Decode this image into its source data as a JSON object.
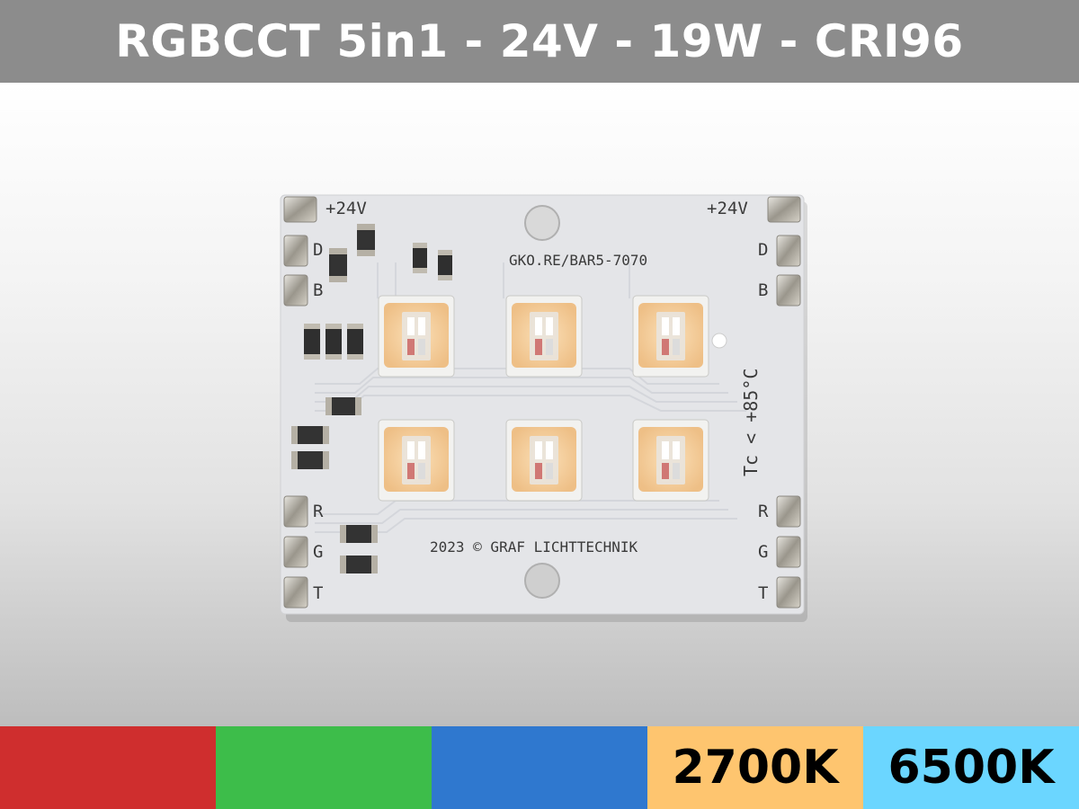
{
  "header": {
    "title": "RGBCCT 5in1 - 24V - 19W - CRI96"
  },
  "pcb": {
    "label_24v_left": "+24V",
    "label_24v_right": "+24V",
    "pad_left_labels": [
      "D",
      "B",
      "R",
      "G",
      "T"
    ],
    "pad_right_labels": [
      "D",
      "B",
      "R",
      "G",
      "T"
    ],
    "part_number": "GKO.RE/BAR5-7070",
    "temperature": "Tc < +85°C",
    "copyright": "2023 © GRAF LICHTTECHNIK"
  },
  "color_strip": {
    "swatches": [
      {
        "color": "#cf2e2e",
        "label": ""
      },
      {
        "color": "#3dbd4a",
        "label": ""
      },
      {
        "color": "#2f78cf",
        "label": ""
      },
      {
        "color": "#fec56f",
        "label": "2700K"
      },
      {
        "color": "#6bd6ff",
        "label": "6500K"
      }
    ]
  }
}
